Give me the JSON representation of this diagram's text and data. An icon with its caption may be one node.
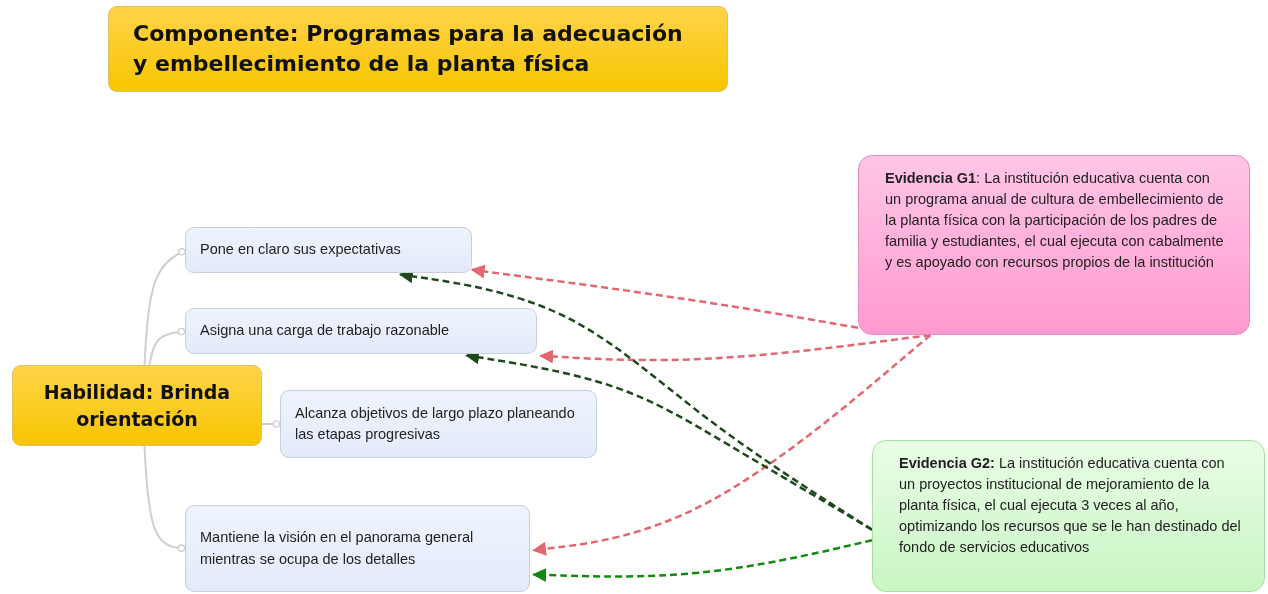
{
  "diagram": {
    "title": "Componente: Programas para la adecuación y embellecimiento de la planta física",
    "nodes": [
      {
        "text": [
          "Habilidad: Brinda orientación"
        ]
      },
      {
        "text": [
          "Pone en claro sus expectativas"
        ]
      },
      {
        "text": [
          "Asigna una carga de trabajo razonable"
        ]
      },
      {
        "text": [
          "Alcanza objetivos de largo plazo planeando las etapas progresivas"
        ]
      },
      {
        "text": [
          "Mantiene la visión en el panorama general mientras se ocupa de los detalles"
        ]
      },
      {
        "text": [
          "**Evidencia G1**: La institución educativa cuenta con un programa anual de cultura de embellecimiento de la planta física con la participación de los padres de familia y estudiantes, el cual ejecuta con cabalmente y es apoyado con recursos propios de la institución"
        ]
      },
      {
        "text": [
          "**Evidencia G2:** La institución educativa cuenta con un proyectos institucional de mejoramiento de la planta física, el cual ejecuta 3 veces al año, optimizando los recursos que se le han destinado del fondo de servicios educativos"
        ]
      }
    ],
    "edges": [
      {
        "from": 0,
        "to": 1,
        "arrow": "other"
      },
      {
        "from": 0,
        "to": 2,
        "arrow": "other"
      },
      {
        "from": 0,
        "to": 3,
        "arrow": "other"
      },
      {
        "from": 0,
        "to": 4,
        "arrow": "other"
      },
      {
        "from": 5,
        "to": 1,
        "arrow": "to",
        "style": "dashed",
        "color": "#e3676f"
      },
      {
        "from": 5,
        "to": 2,
        "arrow": "to",
        "style": "dashed",
        "color": "#e3676f"
      },
      {
        "from": 5,
        "to": 4,
        "arrow": "to",
        "style": "dashed",
        "color": "#e3676f"
      },
      {
        "from": 6,
        "to": 1,
        "arrow": "to",
        "style": "dashed",
        "color": "#1c4a1c"
      },
      {
        "from": 6,
        "to": 2,
        "arrow": "to",
        "style": "dashed",
        "color": "#1c4a1c"
      },
      {
        "from": 6,
        "to": 4,
        "arrow": "to",
        "style": "dashed",
        "color": "#118a11"
      }
    ]
  }
}
